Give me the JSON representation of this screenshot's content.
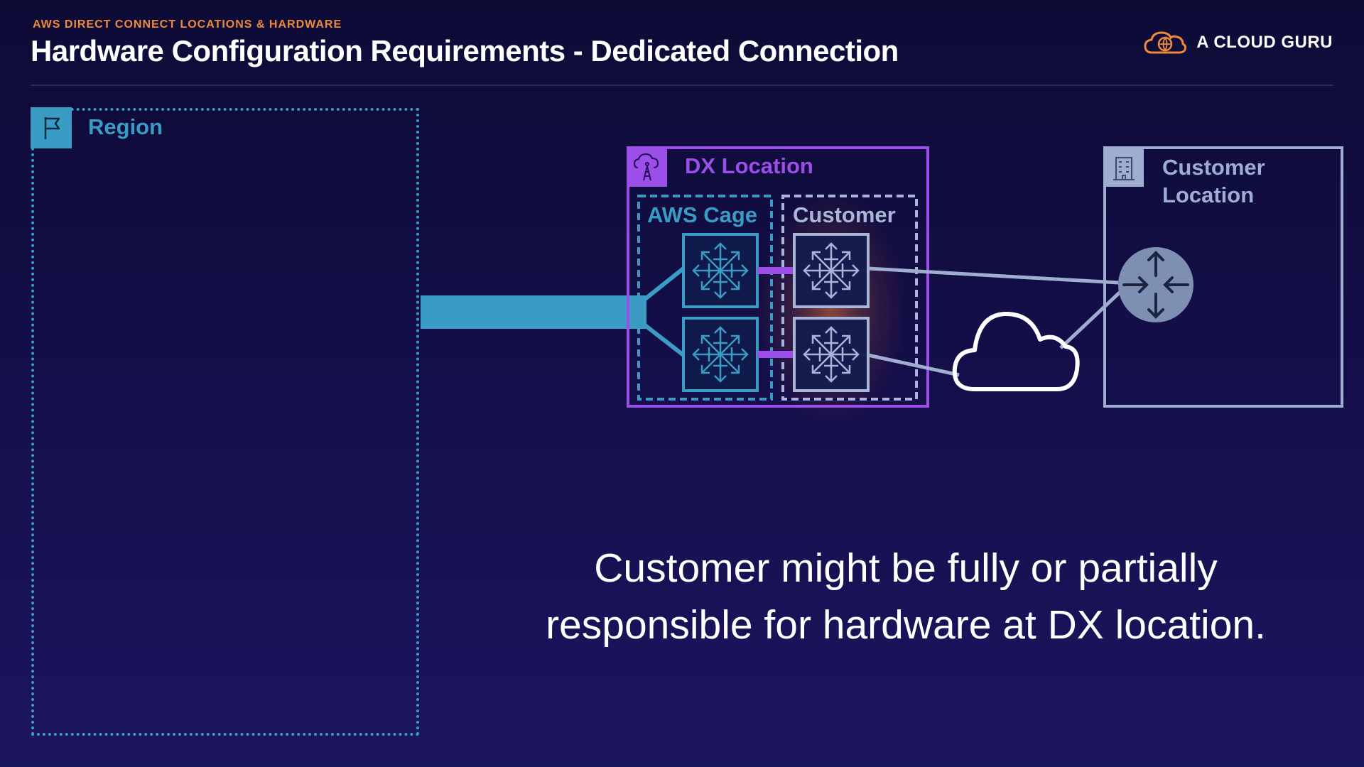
{
  "header": {
    "kicker": "AWS DIRECT CONNECT LOCATIONS & HARDWARE",
    "title": "Hardware Configuration Requirements - Dedicated Connection",
    "brand": "A CLOUD GURU"
  },
  "diagram": {
    "region_label": "Region",
    "dx_location_label": "DX Location",
    "aws_cage_label": "AWS Cage",
    "customer_cage_label": "Customer",
    "customer_location_label_line1": "Customer",
    "customer_location_label_line2": "Location"
  },
  "caption": {
    "line1": "Customer might be fully or partially",
    "line2": "responsible for hardware at DX location."
  },
  "colors": {
    "background": "#150f4c",
    "accent_orange": "#ef8a3a",
    "region_blue": "#3a9cc4",
    "dx_purple": "#9b4ee8",
    "customer_grey": "#9fadd1",
    "router_fill": "#7d8fb3"
  },
  "icons": {
    "brand": "cloud-logo-icon",
    "region": "flag-icon",
    "dx_location": "cloud-tower-icon",
    "customer_location": "building-icon",
    "router": "router-icon",
    "switch": "switch-icon",
    "internet": "cloud-icon"
  }
}
